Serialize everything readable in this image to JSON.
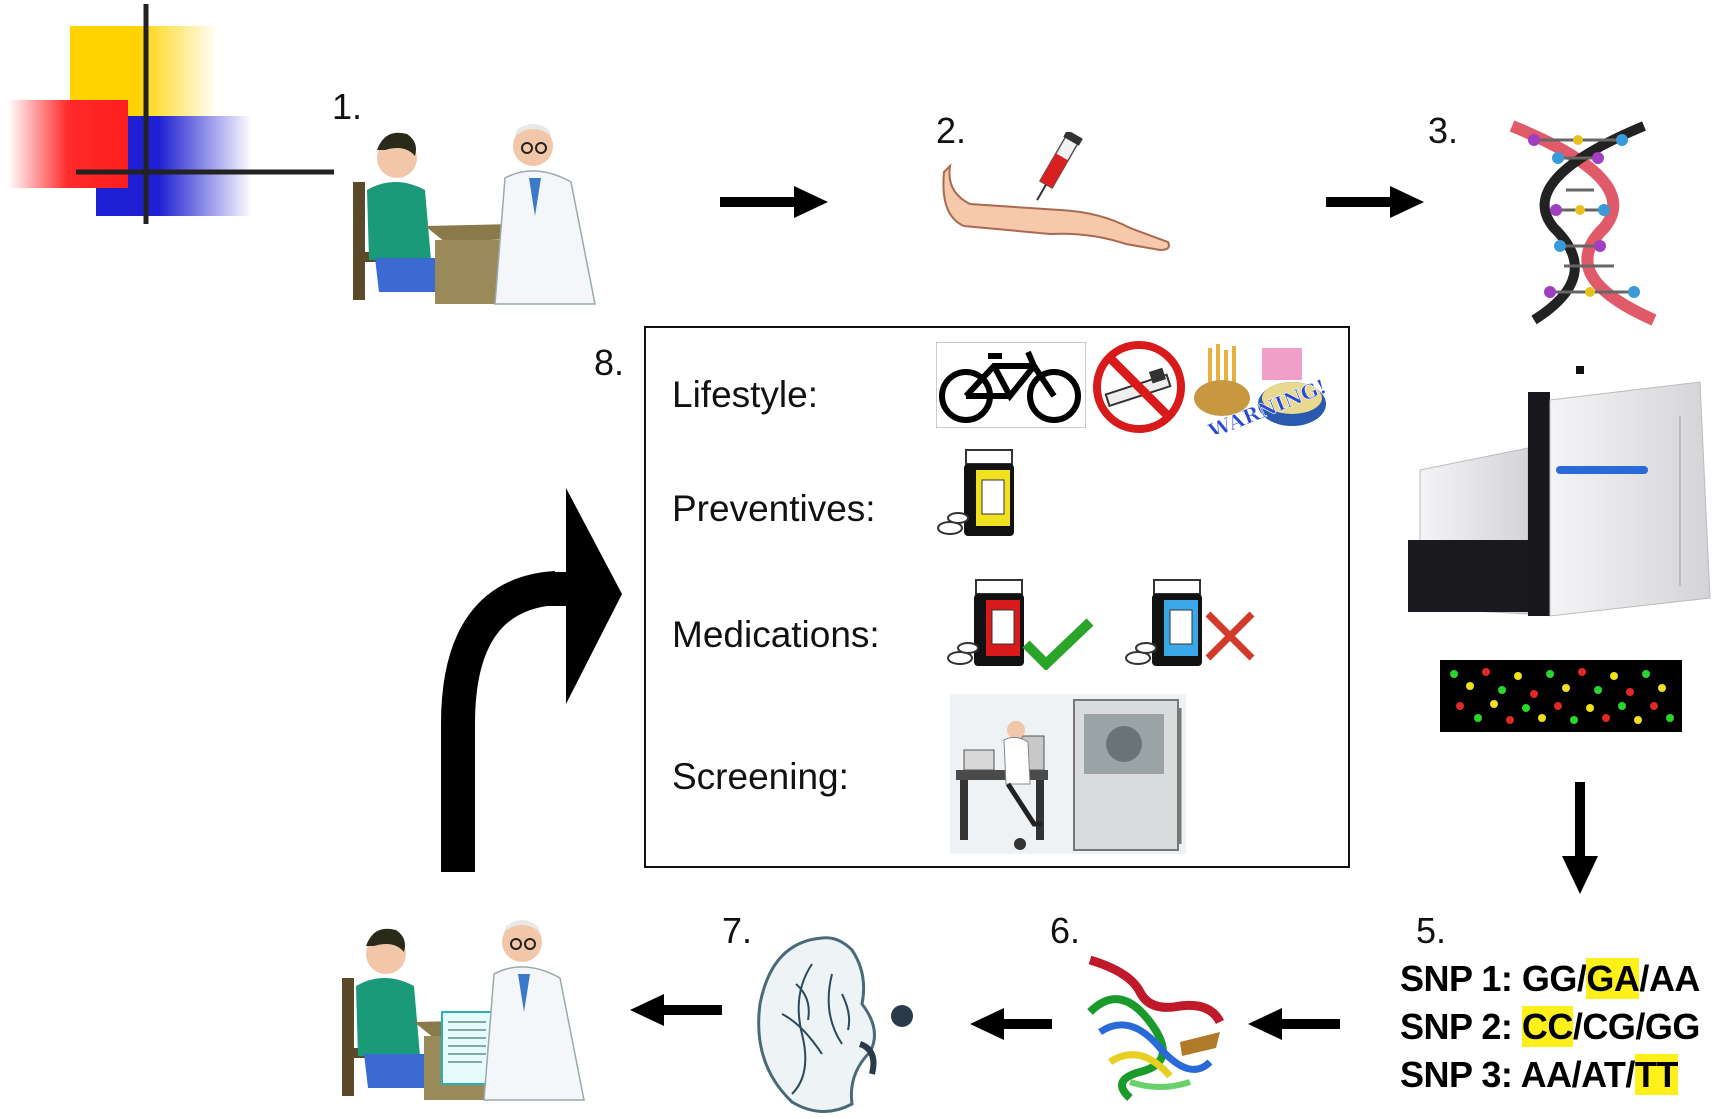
{
  "steps": {
    "s1": "1.",
    "s2": "2.",
    "s3": "3.",
    "s5": "5.",
    "s6": "6.",
    "s7": "7.",
    "s8": "8."
  },
  "panel": {
    "lifestyle": "Lifestyle:",
    "preventives": "Preventives:",
    "medications": "Medications:",
    "screening": "Screening:",
    "warning_text": "WARNING!"
  },
  "snps": [
    {
      "label": "SNP 1: ",
      "a": "GG",
      "b": "GA",
      "c": "AA",
      "highlight": "b"
    },
    {
      "label": "SNP 2: ",
      "a": "CC",
      "b": "CG",
      "c": "GG",
      "highlight": "a"
    },
    {
      "label": "SNP 3: ",
      "a": "AA",
      "b": "AT",
      "c": "TT",
      "highlight": "c"
    }
  ],
  "colors": {
    "highlight": "#ffef1a",
    "deco_yellow": "#ffd200",
    "deco_red": "#ff1e1e",
    "deco_blue": "#1e1ed2",
    "check_green": "#2aa52a",
    "cross_red": "#d23a2a"
  }
}
